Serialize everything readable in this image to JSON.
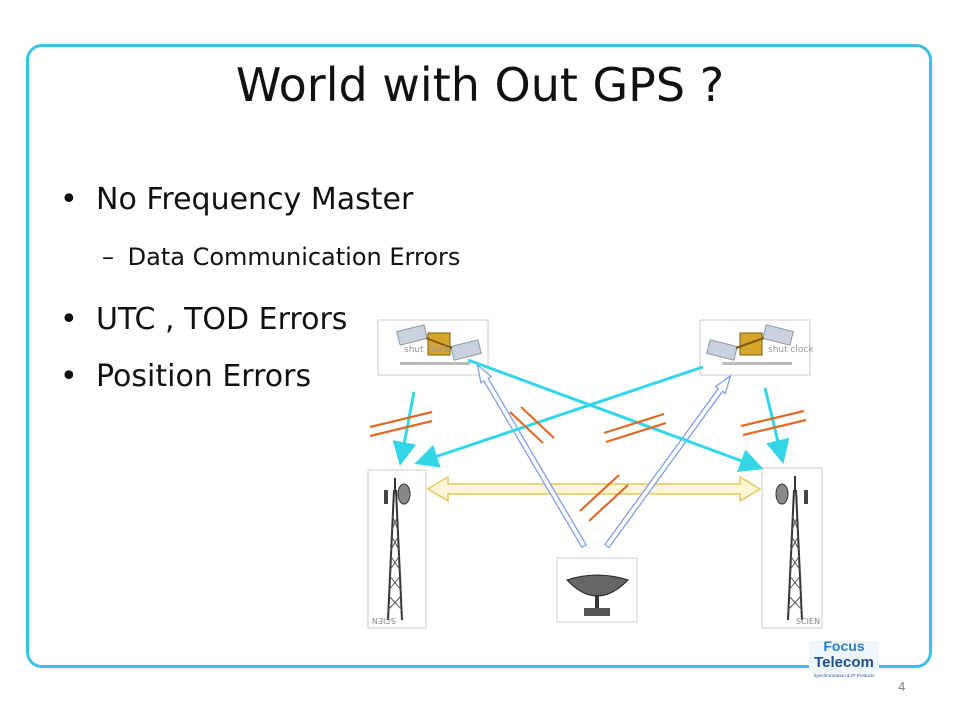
{
  "slide": {
    "title": "World with Out GPS ?",
    "bullets": [
      {
        "label": "No Frequency Master",
        "sub": "Data Communication Errors"
      },
      {
        "label": "UTC , TOD Errors"
      },
      {
        "label": "Position Errors"
      }
    ],
    "bullet_glyph": "•",
    "sub_glyph": "–",
    "page_number": "4"
  },
  "diagram": {
    "satellite_left_label": "shut clock",
    "satellite_right_label": "shut clock",
    "tower_label": "SCIEN",
    "icons": [
      "satellite-icon",
      "cell-tower-icon",
      "radar-dish-icon"
    ],
    "colors": {
      "frame": "#3fbfe6",
      "cyan_link": "#33d6e6",
      "blue_arrow": "#7f9fe8",
      "gold_arrow": "#e6c95a",
      "jam_lines": "#e06a25"
    }
  },
  "logo": {
    "line1": "Focus",
    "line2": "Telecom",
    "tagline": "Synchronization & IP Products"
  }
}
